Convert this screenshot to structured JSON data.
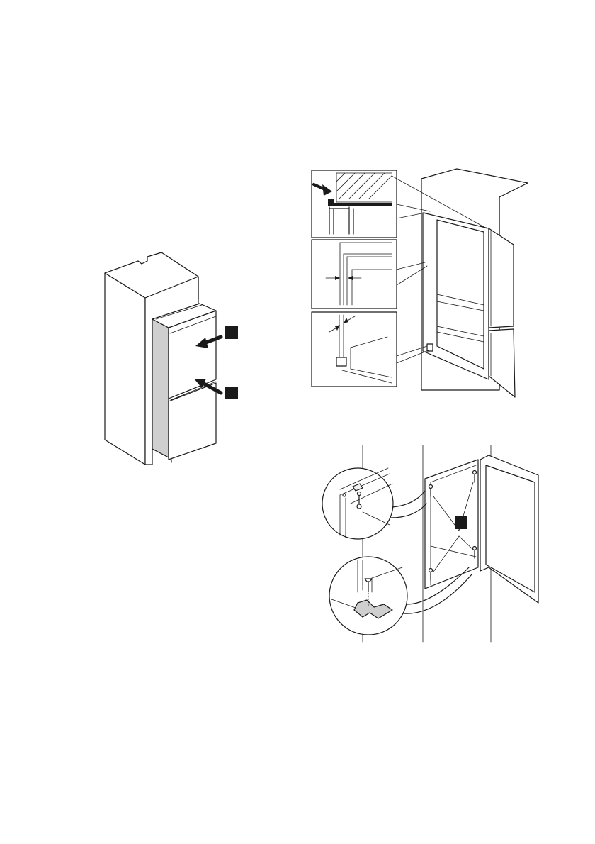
{
  "colors": {
    "line": "#1a1a1a",
    "panel_gray": "#cfcfcf",
    "background": "#ffffff",
    "marker": "#1a1a1a"
  },
  "figures": {
    "left": {
      "markers": [
        {
          "label": ""
        },
        {
          "label": ""
        }
      ]
    },
    "right_top": {
      "callouts": [
        {
          "panel": "top"
        },
        {
          "panel": "middle"
        },
        {
          "panel": "bottom"
        }
      ]
    },
    "right_bottom": {
      "markers": [
        {
          "label": ""
        }
      ]
    }
  }
}
